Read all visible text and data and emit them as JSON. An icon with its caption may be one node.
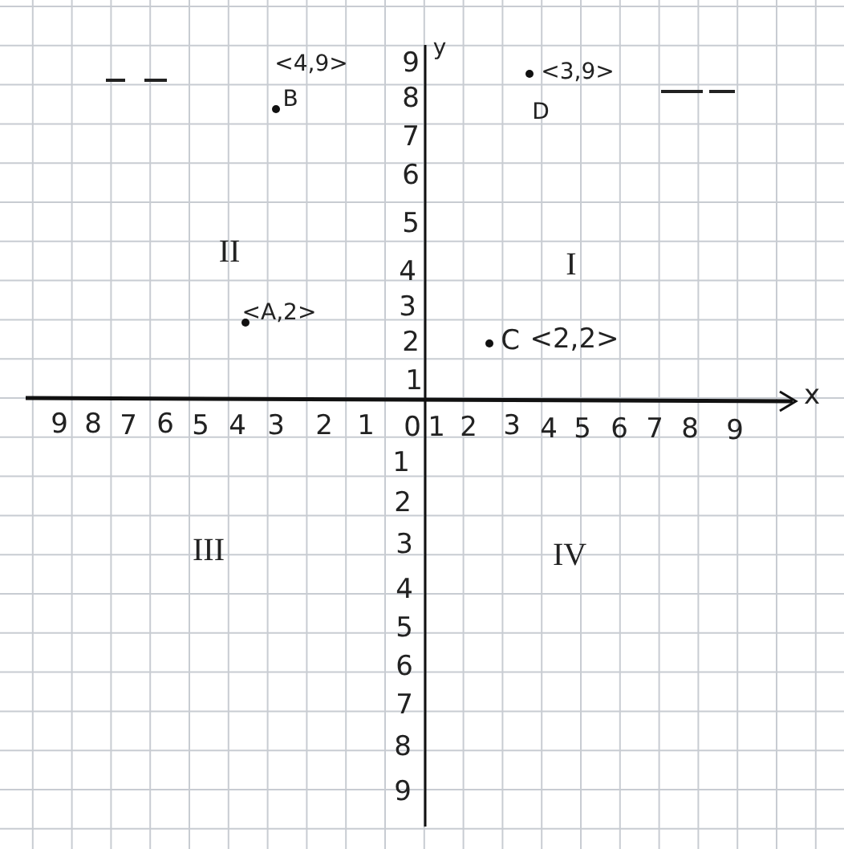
{
  "diagram": {
    "labels": [
      "<4,9>",
      "9",
      "y",
      "<3,9>",
      "B",
      "8",
      "D",
      "7",
      "6",
      "5",
      "II",
      "4",
      "I",
      "<A,2>",
      "3",
      "2",
      "C",
      "<2,2>",
      "1",
      "x",
      "9",
      "8",
      "7",
      "6",
      "5",
      "4",
      "3",
      "2",
      "1",
      "0",
      "1",
      "2",
      "3",
      "4",
      "5",
      "6",
      "7",
      "8",
      "9",
      "1",
      "2",
      "III",
      "3",
      "IV",
      "4",
      "5",
      "6",
      "7",
      "8",
      "9"
    ]
  }
}
